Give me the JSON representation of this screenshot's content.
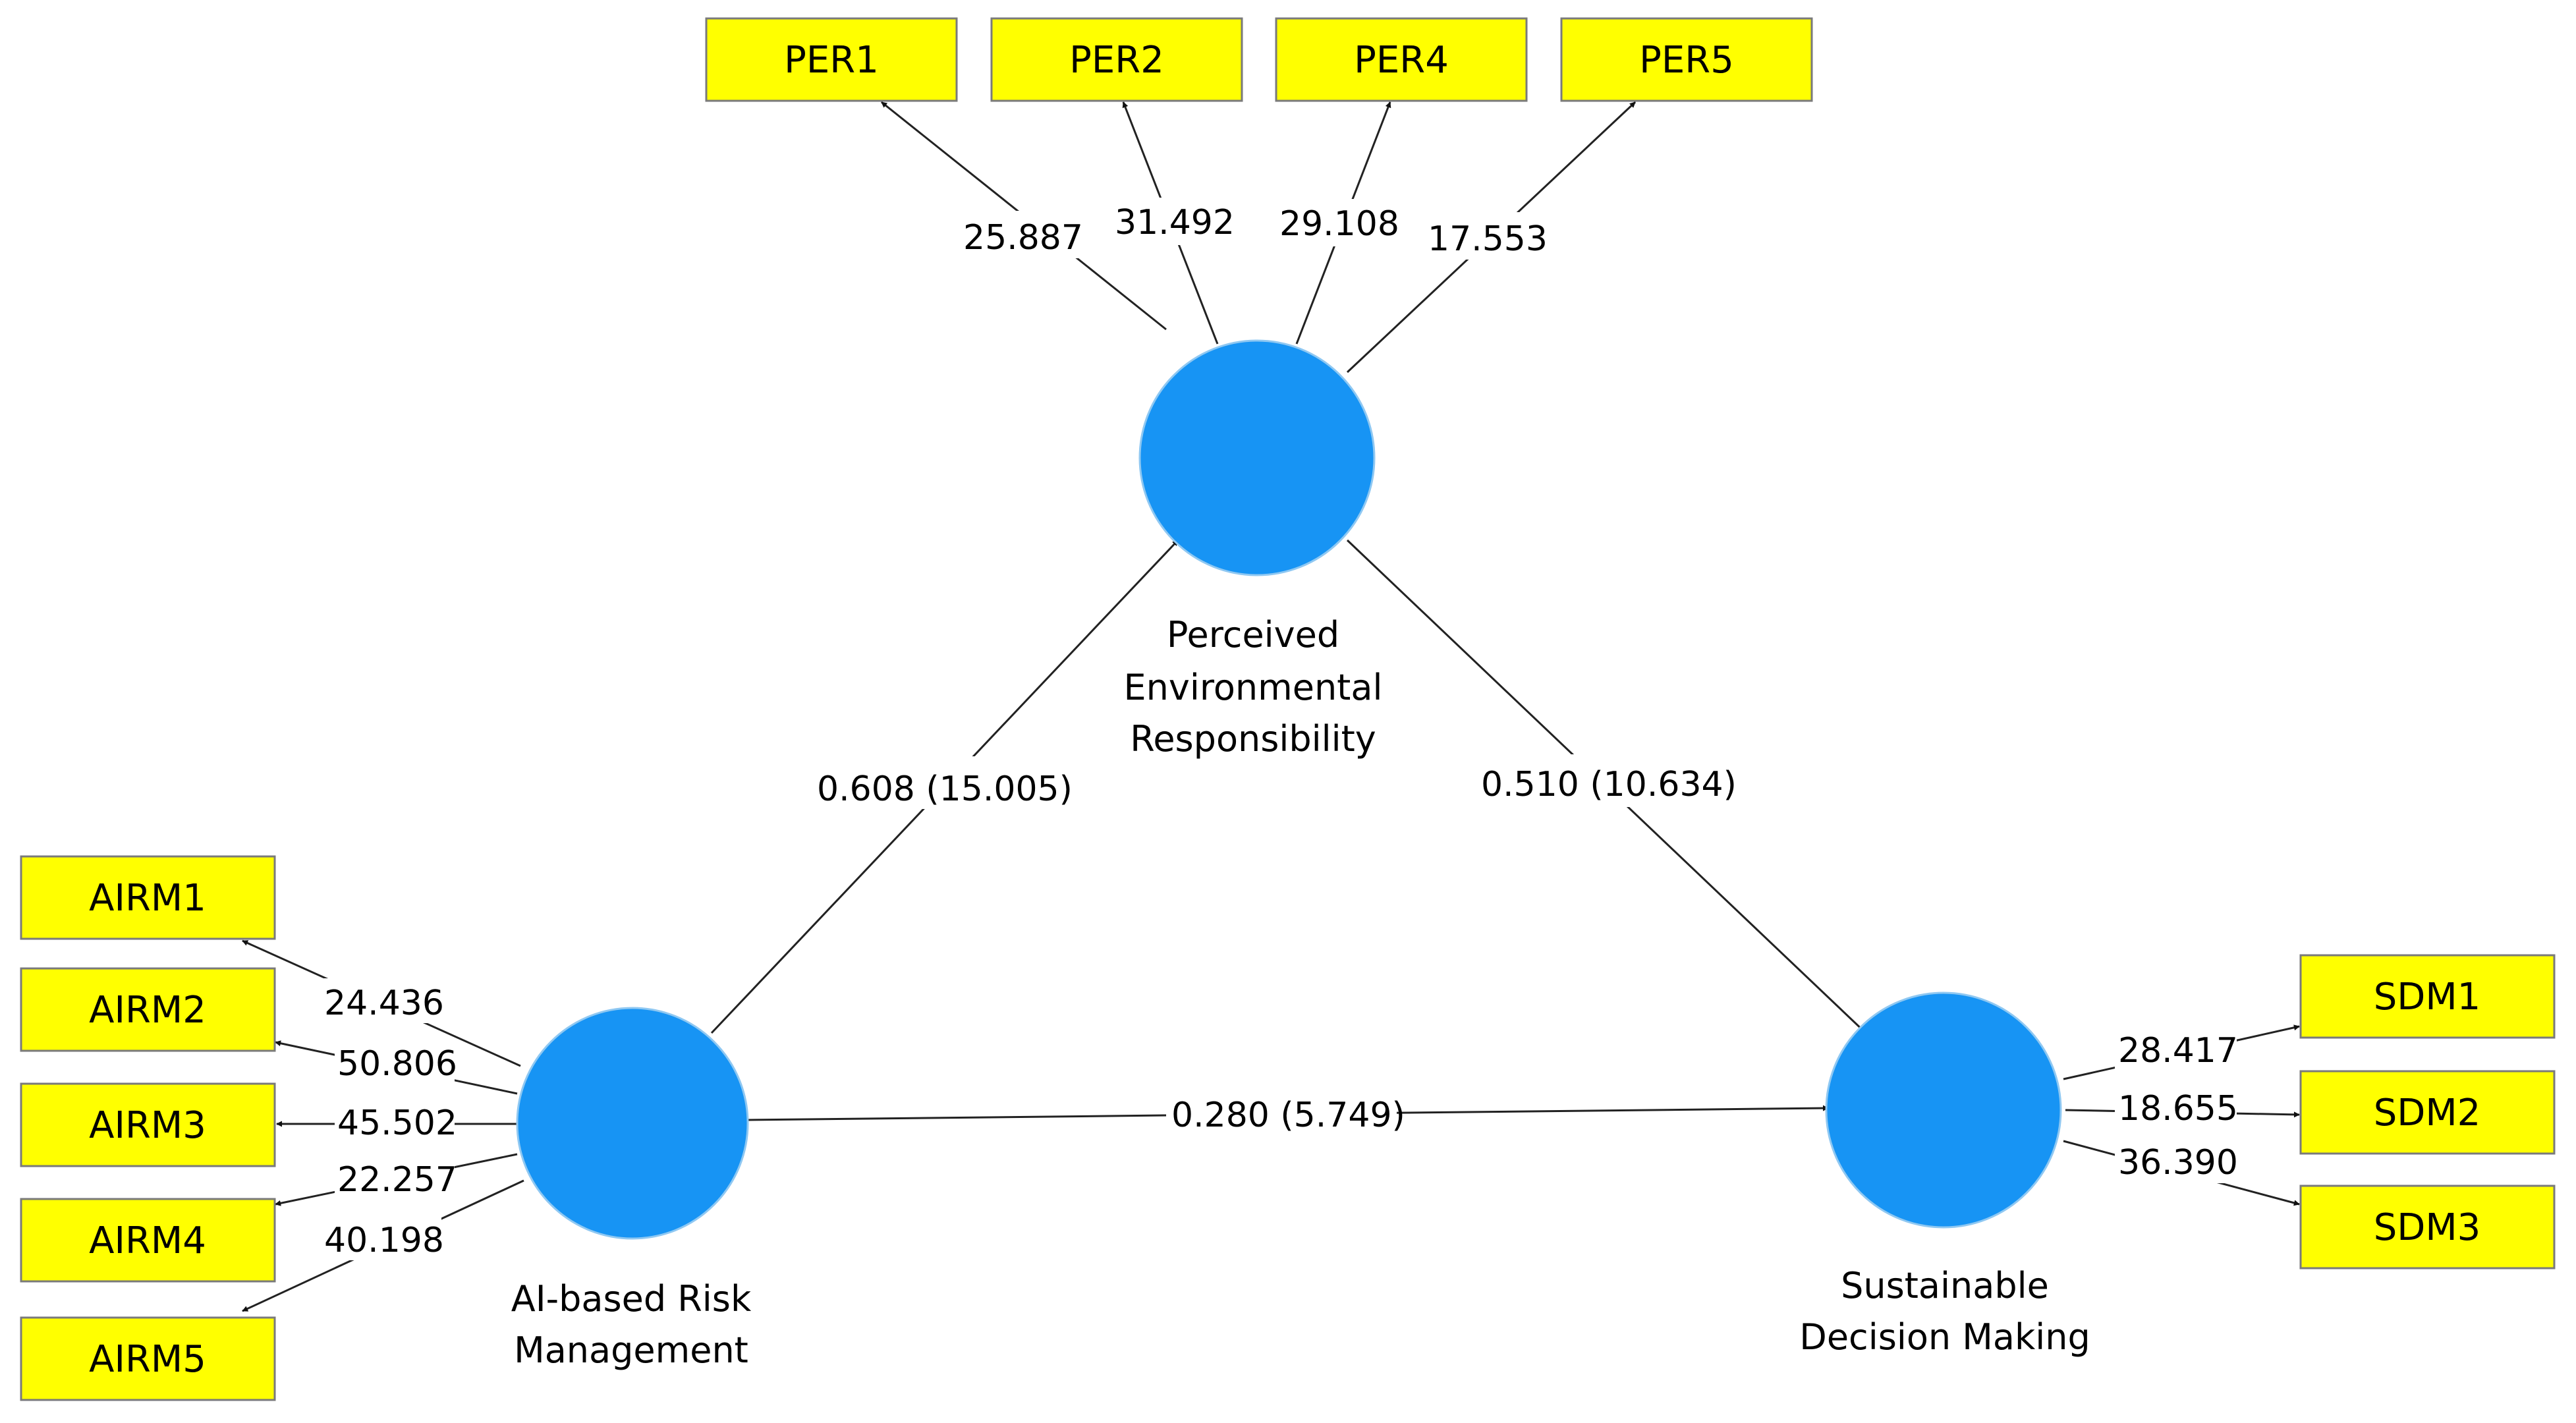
{
  "colors": {
    "construct_fill": "#1794f4",
    "indicator_fill": "#ffff00",
    "edge": "#222222"
  },
  "constructs": {
    "per": {
      "label_lines": [
        "Perceived",
        "Environmental",
        "Responsibility"
      ]
    },
    "airm": {
      "label_lines": [
        "AI-based Risk",
        "Management"
      ]
    },
    "sdm": {
      "label_lines": [
        "Sustainable",
        "Decision Making"
      ]
    }
  },
  "indicators": {
    "per": [
      {
        "name": "PER1",
        "loading": "25.887"
      },
      {
        "name": "PER2",
        "loading": "31.492"
      },
      {
        "name": "PER4",
        "loading": "29.108"
      },
      {
        "name": "PER5",
        "loading": "17.553"
      }
    ],
    "airm": [
      {
        "name": "AIRM1",
        "loading": "24.436"
      },
      {
        "name": "AIRM2",
        "loading": "50.806"
      },
      {
        "name": "AIRM3",
        "loading": "45.502"
      },
      {
        "name": "AIRM4",
        "loading": "22.257"
      },
      {
        "name": "AIRM5",
        "loading": "40.198"
      }
    ],
    "sdm": [
      {
        "name": "SDM1",
        "loading": "28.417"
      },
      {
        "name": "SDM2",
        "loading": "18.655"
      },
      {
        "name": "SDM3",
        "loading": "36.390"
      }
    ]
  },
  "paths": {
    "airm_to_per": "0.608 (15.005)",
    "per_to_sdm": "0.510 (10.634)",
    "airm_to_sdm": "0.280 (5.749)"
  }
}
